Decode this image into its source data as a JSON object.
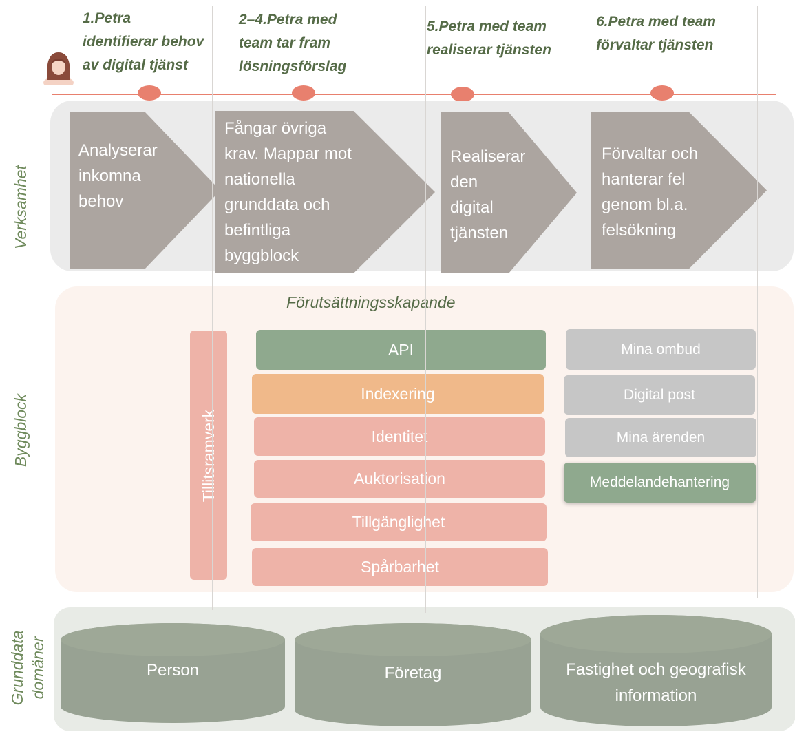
{
  "phases": [
    "1.Petra\nidentifierar behov\nav digital tjänst",
    "2–4.Petra med\nteam tar fram\nlösningsförslag",
    "5.Petra med team\nrealiserar tjänsten",
    "6.Petra med team\nförvaltar tjänsten"
  ],
  "rows": {
    "verksamhet": "Verksamhet",
    "byggblock": "Byggblock",
    "grunddata": "Grunddata\ndomäner"
  },
  "activities": [
    "Analyserar\ninkomna\nbehov",
    "Fångar övriga\nkrav. Mappar mot\nnationella\ngrunddata och\nbefintliga\nbyggblock",
    "Realiserar\nden\ndigital\ntjänsten",
    "Förvaltar och\nhanterar fel\ngenom bl.a.\nfelsökning"
  ],
  "byggblock": {
    "section_title": "Förutsättningsskapande",
    "tillitsramverk": "Tillitsramverk",
    "center": {
      "api": "API",
      "indexering": "Indexering",
      "identitet": "Identitet",
      "auktorisation": "Auktorisation",
      "tillganglighet": "Tillgänglighet",
      "sparbarhet": "Spårbarhet"
    },
    "right": {
      "mina_ombud": "Mina ombud",
      "digital_post": "Digital post",
      "mina_arenden": "Mina ärenden",
      "meddelandehantering": "Meddelandehantering"
    }
  },
  "domains": {
    "person": "Person",
    "foretag": "Företag",
    "fastighet": "Fastighet och geografisk\ninformation"
  },
  "colors": {
    "timeline": "#e8806e",
    "milestone": "#e8806e",
    "arrow": "#aca5a0",
    "green": "#8fa98e",
    "orange": "#f0b98a",
    "pink": "#eeb3a8",
    "gray": "#c6c6c6",
    "cylinder": "#98a293"
  }
}
